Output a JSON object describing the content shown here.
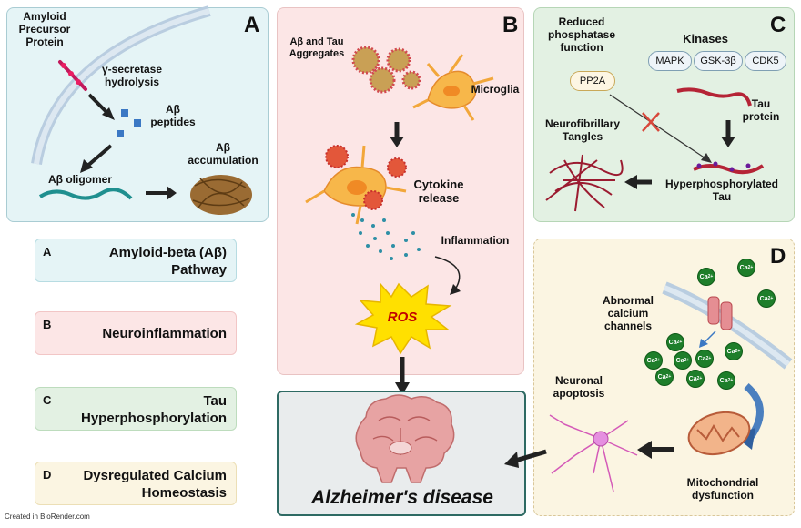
{
  "panel_a": {
    "letter": "A",
    "app_label": "Amyloid\nPrecursor\nProtein",
    "secretase_label": "γ-secretase\nhydrolysis",
    "peptides_label": "Aβ\npeptides",
    "oligomer_label": "Aβ oligomer",
    "accumulation_label": "Aβ\naccumulation"
  },
  "panel_b": {
    "letter": "B",
    "aggregates_label": "Aβ and Tau\nAggregates",
    "microglia_label": "Microglia",
    "cytokine_label": "Cytokine\nrelease",
    "inflammation_label": "Inflammation",
    "ros_label": "ROS"
  },
  "panel_c": {
    "letter": "C",
    "phosphatase_label": "Reduced\nphosphatase\nfunction",
    "kinases_label": "Kinases",
    "pp2a": "PP2A",
    "kinase_list": [
      "MAPK",
      "GSK-3β",
      "CDK5"
    ],
    "tau_label": "Tau\nprotein",
    "tangles_label": "Neurofibrillary\nTangles",
    "hyper_label": "Hyperphosphorylated\nTau"
  },
  "panel_d": {
    "letter": "D",
    "channels_label": "Abnormal\ncalcium\nchannels",
    "calcium_ion": "Ca2+",
    "apoptosis_label": "Neuronal\napoptosis",
    "mito_label": "Mitochondrial\ndysfunction"
  },
  "center": {
    "disease_label": "Alzheimer's disease"
  },
  "legend": [
    {
      "letter": "A",
      "text": "Amyloid-beta (Aβ)\nPathway",
      "color": "#e5f4f6",
      "border": "#b7dce2"
    },
    {
      "letter": "B",
      "text": "Neuroinflammation",
      "color": "#fce6e6",
      "border": "#f2c6c6"
    },
    {
      "letter": "C",
      "text": "Tau\nHyperphosphorylation",
      "color": "#e3f1e3",
      "border": "#bddcbd"
    },
    {
      "letter": "D",
      "text": "Dysregulated Calcium\nHomeostasis",
      "color": "#fbf5e2",
      "border": "#ecdfb6"
    }
  ],
  "footer": {
    "credit": "Created in BioRender.com"
  },
  "colors": {
    "panel_a_bg": "#e5f4f6",
    "panel_b_bg": "#fce6e6",
    "panel_c_bg": "#e3f1e3",
    "panel_d_bg": "#fbf5e2",
    "disease_bg": "#e9eced",
    "disease_border": "#2e6a63",
    "ros_fill": "#ffe000",
    "ros_text": "#c00000"
  }
}
